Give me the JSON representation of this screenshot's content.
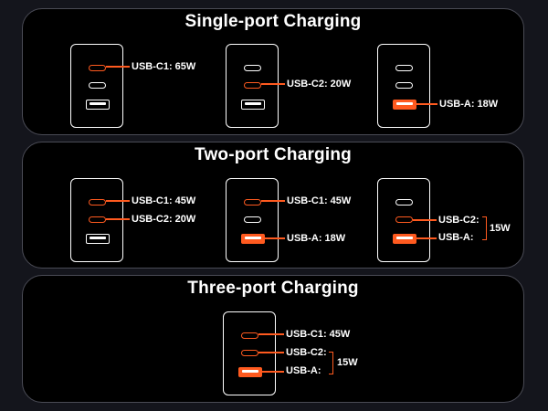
{
  "colors": {
    "accent": "#ff5a1f",
    "panel": "#000000",
    "background": "#14151c",
    "text": "#ffffff"
  },
  "panels": [
    {
      "title": "Single-port Charging",
      "chargers": [
        {
          "active_ports": [
            "USB-C1"
          ],
          "labels": [
            "USB-C1: 65W"
          ]
        },
        {
          "active_ports": [
            "USB-C2"
          ],
          "labels": [
            "USB-C2: 20W"
          ]
        },
        {
          "active_ports": [
            "USB-A"
          ],
          "labels": [
            "USB-A: 18W"
          ]
        }
      ]
    },
    {
      "title": "Two-port Charging",
      "chargers": [
        {
          "active_ports": [
            "USB-C1",
            "USB-C2"
          ],
          "labels": [
            "USB-C1: 45W",
            "USB-C2: 20W"
          ]
        },
        {
          "active_ports": [
            "USB-C1",
            "USB-A"
          ],
          "labels": [
            "USB-C1: 45W",
            "USB-A: 18W"
          ]
        },
        {
          "active_ports": [
            "USB-C2",
            "USB-A"
          ],
          "labels": [
            "USB-C2:",
            "USB-A:"
          ],
          "shared": "15W"
        }
      ]
    },
    {
      "title": "Three-port Charging",
      "chargers": [
        {
          "active_ports": [
            "USB-C1",
            "USB-C2",
            "USB-A"
          ],
          "labels": [
            "USB-C1: 45W",
            "USB-C2:",
            "USB-A:"
          ],
          "shared": "15W"
        }
      ]
    }
  ]
}
